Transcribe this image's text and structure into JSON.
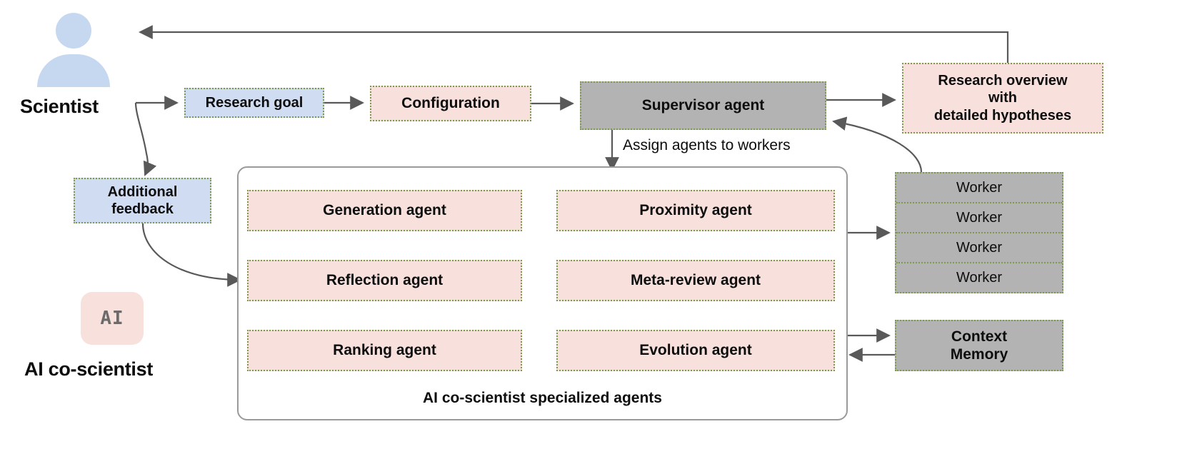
{
  "diagram": {
    "title": "AI co-scientist multi-agent system architecture",
    "colors": {
      "blue_fill": "#cfdcf2",
      "pink_fill": "#f8e1dd",
      "gray_fill": "#b3b3b3",
      "dotted_border": "#7a9a4e",
      "red_arrow": "#bf2424",
      "gray_arrow": "#595959",
      "panel_border": "#9a9a9a",
      "person_icon": "#c6d7f0"
    },
    "left_column": {
      "person_icon_name": "scientist-person-icon",
      "scientist_label": "Scientist",
      "ai_chip_text": "AI",
      "ai_label": "AI co-scientist"
    },
    "nodes": {
      "research_goal": "Research goal",
      "configuration": "Configuration",
      "supervisor_agent": "Supervisor agent",
      "research_overview": "Research overview\nwith\ndetailed hypotheses",
      "research_overview_lines": [
        "Research overview",
        "with",
        "detailed hypotheses"
      ],
      "additional_feedback_lines": [
        "Additional",
        "feedback"
      ],
      "workers": [
        "Worker",
        "Worker",
        "Worker",
        "Worker"
      ],
      "context_memory_lines": [
        "Context",
        "Memory"
      ]
    },
    "agents_panel": {
      "caption": "AI co-scientist specialized agents",
      "left_column": [
        "Generation agent",
        "Reflection agent",
        "Ranking agent"
      ],
      "right_column": [
        "Proximity  agent",
        "Meta-review agent",
        "Evolution agent"
      ]
    },
    "edge_labels": {
      "assign_agents": "Assign agents to workers"
    }
  }
}
